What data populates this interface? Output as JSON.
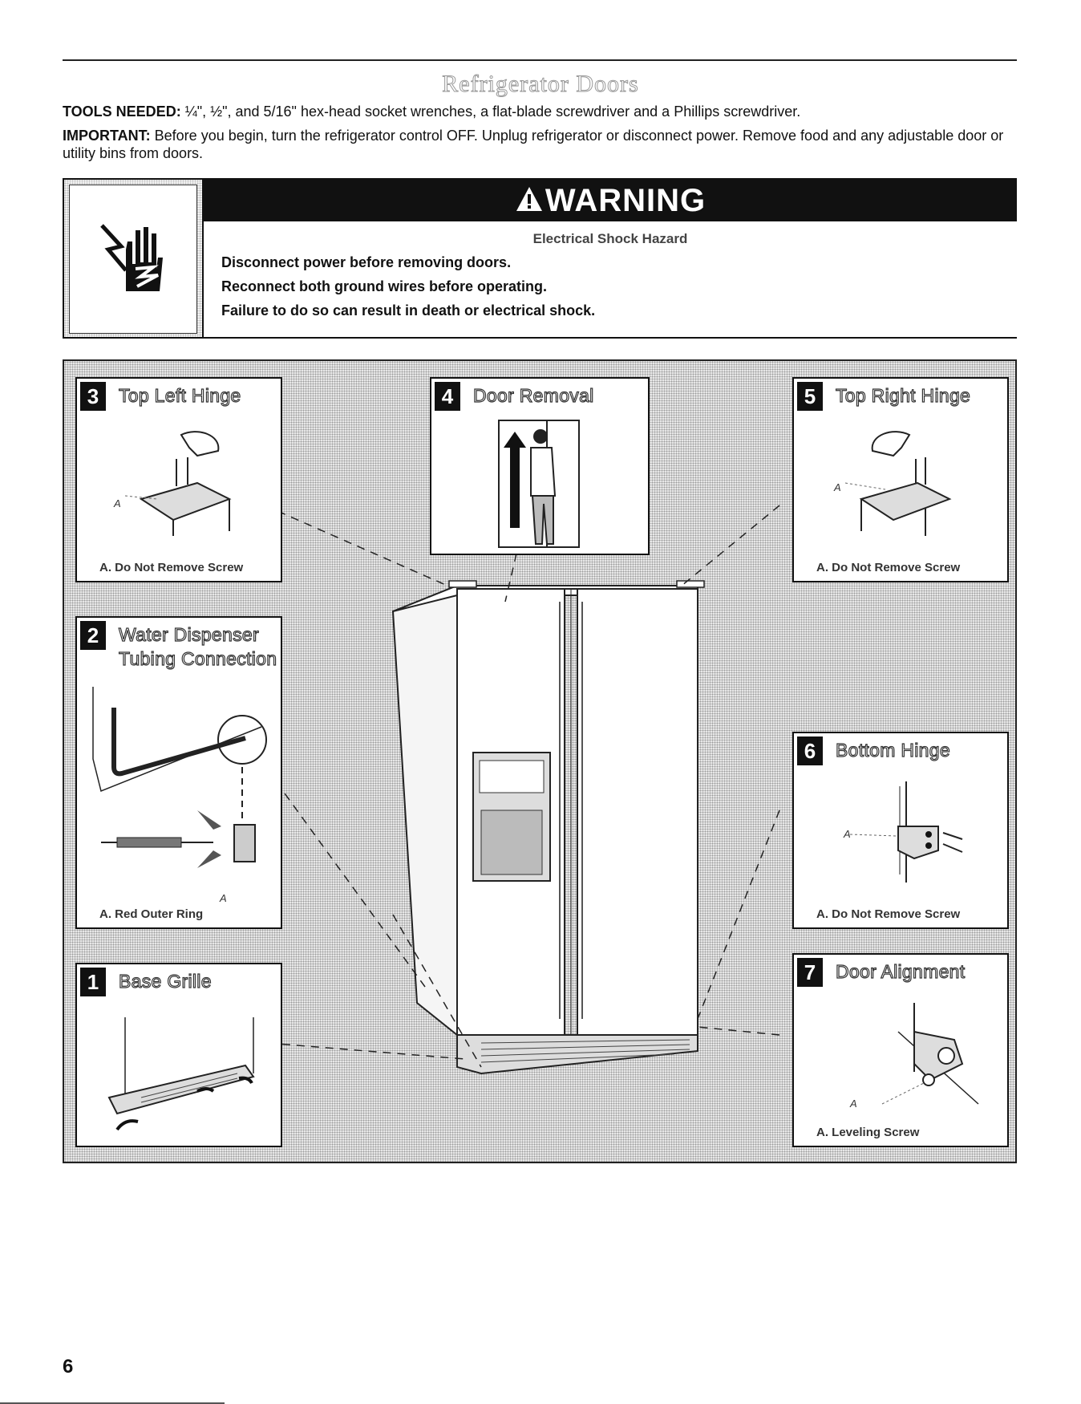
{
  "page": {
    "section_title": "Refrigerator Doors",
    "page_number": "6"
  },
  "tools": {
    "label": "TOOLS NEEDED:",
    "text": " ¼\", ½\", and 5/16\" hex-head socket wrenches, a flat-blade screwdriver and a Phillips screwdriver."
  },
  "important": {
    "label": "IMPORTANT:",
    "text": " Before you begin, turn the refrigerator control OFF. Unplug refrigerator or disconnect power. Remove food and any adjustable door or utility bins from doors."
  },
  "warning": {
    "header": "WARNING",
    "hazard": "Electrical Shock Hazard",
    "lines": [
      "Disconnect power before removing doors.",
      "Reconnect both ground wires before operating.",
      "Failure to do so can result in death or electrical shock."
    ],
    "icon": "electric-shock-hand-icon"
  },
  "steps": {
    "s1": {
      "num": "1",
      "title": "Base Grille",
      "caption": ""
    },
    "s2": {
      "num": "2",
      "title_1": "Water Dispenser",
      "title_2": "Tubing Connection",
      "caption": "A. Red Outer Ring",
      "label_a": "A"
    },
    "s3": {
      "num": "3",
      "title": "Top Left Hinge",
      "caption": "A. Do Not Remove Screw",
      "label_a": "A"
    },
    "s4": {
      "num": "4",
      "title": "Door Removal",
      "caption": ""
    },
    "s5": {
      "num": "5",
      "title": "Top Right Hinge",
      "caption": "A. Do Not Remove Screw",
      "label_a": "A"
    },
    "s6": {
      "num": "6",
      "title": "Bottom Hinge",
      "caption": "A. Do Not Remove Screw",
      "label_a": "A"
    },
    "s7": {
      "num": "7",
      "title": "Door Alignment",
      "caption": "A. Leveling Screw",
      "label_a": "A"
    }
  }
}
